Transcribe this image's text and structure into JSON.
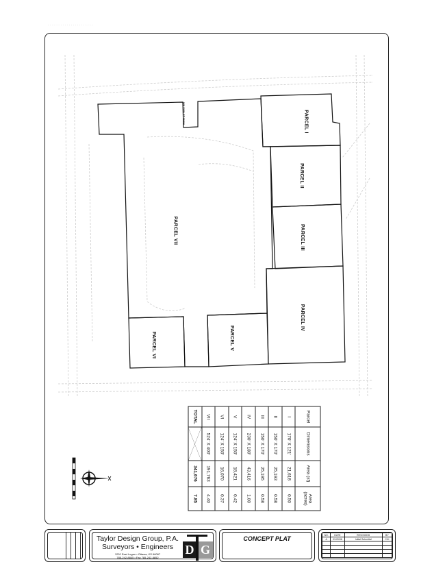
{
  "header_faint_text": "· · · · · · · · · · · · · · · · · · · · · ·",
  "plan": {
    "street_label": "WILSON ST ROW",
    "parcels": [
      {
        "id": "I",
        "label": "PARCEL I"
      },
      {
        "id": "II",
        "label": "PARCEL II"
      },
      {
        "id": "III",
        "label": "PARCEL III"
      },
      {
        "id": "IV",
        "label": "PARCEL IV"
      },
      {
        "id": "V",
        "label": "PARCEL V"
      },
      {
        "id": "VI",
        "label": "PARCEL VI"
      },
      {
        "id": "VII",
        "label": "PARCEL VII"
      }
    ]
  },
  "parcel_table": {
    "headers": [
      "Parcel",
      "Dimensions",
      "Area (sf)",
      "Area (acres)"
    ],
    "rows": [
      [
        "I",
        "170' X 121'",
        "21,618",
        "0.50"
      ],
      [
        "II",
        "150' X 170'",
        "25,193",
        "0.58"
      ],
      [
        "III",
        "150' X 170'",
        "25,195",
        "0.58"
      ],
      [
        "IV",
        "230' X 180'",
        "43,416",
        "1.00"
      ],
      [
        "V",
        "124' X 150'",
        "18,421",
        "0.42"
      ],
      [
        "VI",
        "124' X 150'",
        "16,070",
        "0.37"
      ],
      [
        "VII",
        "524' X 400'",
        "191,763",
        "4.40"
      ]
    ],
    "total": {
      "label": "TOTAL",
      "area_sf": "341,676",
      "area_acres": "7.85"
    }
  },
  "title_block": {
    "company": "Taylor Design Group, P.A.",
    "services": "Surveyors • Engineers",
    "address": "1220 East Logan • Ottawa, KS 66067",
    "phone": "785-242-8845 • Fax 785-242-8852",
    "logo_letters": "DTG",
    "drawing_title": "CONCEPT PLAT",
    "revisions": {
      "headers": [
        "NO.",
        "DATE",
        "REVISIONS",
        "BY"
      ],
      "rows": [
        [
          "A",
          "01/20/06",
          "Initial Submittal",
          "C/H"
        ]
      ]
    }
  }
}
